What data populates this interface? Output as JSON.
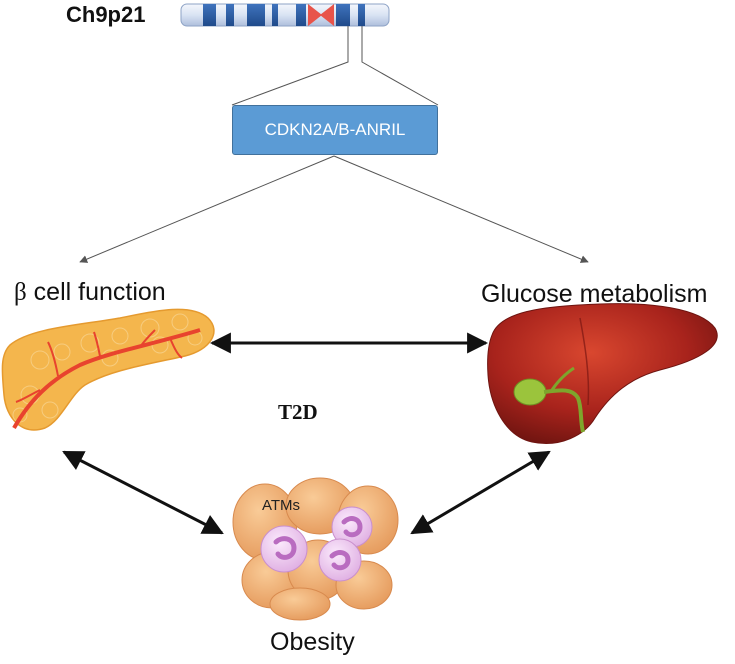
{
  "chromosome": {
    "label": "Ch9p21"
  },
  "gene": {
    "label": "CDKN2A/B-ANRIL"
  },
  "nodes": {
    "beta_symbol": "β",
    "beta_rest": " cell function",
    "glucose": "Glucose metabolism",
    "center": "T2D",
    "atms": "ATMs",
    "obesity": "Obesity"
  },
  "colors": {
    "gene_box": "#5b9bd5",
    "chromosome_band": "#2e5fa8",
    "centromere": "#e8544a",
    "pancreas": "#f4b64d",
    "pancreas_vessel": "#e8432e",
    "liver": "#a8231c",
    "gallbladder": "#9bc43c",
    "adipocyte": "#f2b27a",
    "macrophage": "#e7bfe8"
  }
}
